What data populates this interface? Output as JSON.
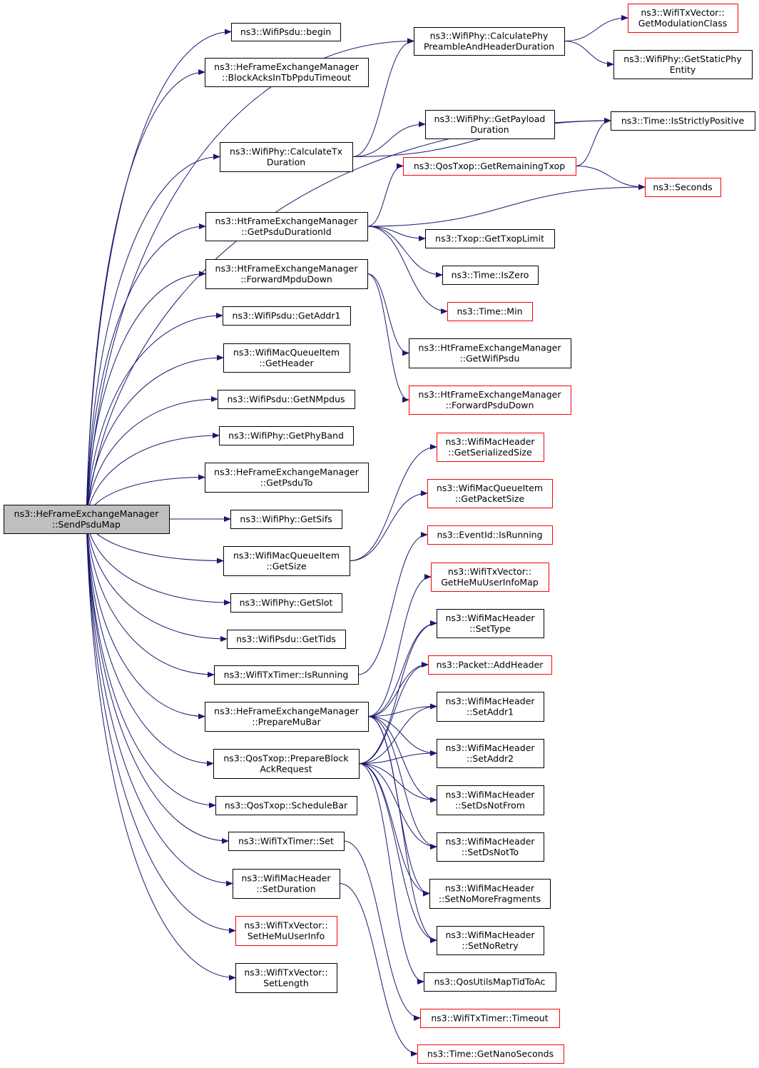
{
  "colors": {
    "edge": "#191970",
    "border_default": "#000000",
    "border_truncated": "#ff0000",
    "root_fill": "#bfbfbf",
    "node_fill": "#ffffff"
  },
  "nodes": [
    {
      "id": "root",
      "lines": [
        "ns3::HeFrameExchangeManager",
        "::SendPsduMap"
      ],
      "variant": "root"
    },
    {
      "id": "psdu-begin",
      "lines": [
        "ns3::WifiPsdu::begin"
      ],
      "variant": "normal"
    },
    {
      "id": "blockacks",
      "lines": [
        "ns3::HeFrameExchangeManager",
        "::BlockAcksInTbPpduTimeout"
      ],
      "variant": "normal"
    },
    {
      "id": "calc-tx",
      "lines": [
        "ns3::WifiPhy::CalculateTx",
        "Duration"
      ],
      "variant": "normal"
    },
    {
      "id": "ht-getpsdu",
      "lines": [
        "ns3::HtFrameExchangeManager",
        "::GetPsduDurationId"
      ],
      "variant": "normal"
    },
    {
      "id": "ht-fwdmpdu",
      "lines": [
        "ns3::HtFrameExchangeManager",
        "::ForwardMpduDown"
      ],
      "variant": "normal"
    },
    {
      "id": "getaddr1",
      "lines": [
        "ns3::WifiPsdu::GetAddr1"
      ],
      "variant": "normal"
    },
    {
      "id": "mq-header",
      "lines": [
        "ns3::WifiMacQueueItem",
        "::GetHeader"
      ],
      "variant": "normal"
    },
    {
      "id": "getnmpdus",
      "lines": [
        "ns3::WifiPsdu::GetNMpdus"
      ],
      "variant": "normal"
    },
    {
      "id": "getphyband",
      "lines": [
        "ns3::WifiPhy::GetPhyBand"
      ],
      "variant": "normal"
    },
    {
      "id": "getpsduto",
      "lines": [
        "ns3::HeFrameExchangeManager",
        "::GetPsduTo"
      ],
      "variant": "normal"
    },
    {
      "id": "getsifs",
      "lines": [
        "ns3::WifiPhy::GetSifs"
      ],
      "variant": "normal"
    },
    {
      "id": "mq-size",
      "lines": [
        "ns3::WifiMacQueueItem",
        "::GetSize"
      ],
      "variant": "normal"
    },
    {
      "id": "getslot",
      "lines": [
        "ns3::WifiPhy::GetSlot"
      ],
      "variant": "normal"
    },
    {
      "id": "gettids",
      "lines": [
        "ns3::WifiPsdu::GetTids"
      ],
      "variant": "normal"
    },
    {
      "id": "txtimer-running",
      "lines": [
        "ns3::WifiTxTimer::IsRunning"
      ],
      "variant": "normal"
    },
    {
      "id": "prepmubar",
      "lines": [
        "ns3::HeFrameExchangeManager",
        "::PrepareMuBar"
      ],
      "variant": "normal"
    },
    {
      "id": "prepbar",
      "lines": [
        "ns3::QosTxop::PrepareBlock",
        "AckRequest"
      ],
      "variant": "normal"
    },
    {
      "id": "schedbar",
      "lines": [
        "ns3::QosTxop::ScheduleBar"
      ],
      "variant": "normal"
    },
    {
      "id": "txtimer-set",
      "lines": [
        "ns3::WifiTxTimer::Set"
      ],
      "variant": "normal"
    },
    {
      "id": "setduration",
      "lines": [
        "ns3::WifiMacHeader",
        "::SetDuration"
      ],
      "variant": "normal"
    },
    {
      "id": "sethemu",
      "lines": [
        "ns3::WifiTxVector::",
        "SetHeMuUserInfo"
      ],
      "variant": "truncated"
    },
    {
      "id": "setlength",
      "lines": [
        "ns3::WifiTxVector::",
        "SetLength"
      ],
      "variant": "normal"
    },
    {
      "id": "calc-preamble",
      "lines": [
        "ns3::WifiPhy::CalculatePhy",
        "PreambleAndHeaderDuration"
      ],
      "variant": "normal"
    },
    {
      "id": "payload",
      "lines": [
        "ns3::WifiPhy::GetPayload",
        "Duration"
      ],
      "variant": "normal"
    },
    {
      "id": "remtxop",
      "lines": [
        "ns3::QosTxop::GetRemainingTxop"
      ],
      "variant": "truncated"
    },
    {
      "id": "txoplimit",
      "lines": [
        "ns3::Txop::GetTxopLimit"
      ],
      "variant": "normal"
    },
    {
      "id": "iszero",
      "lines": [
        "ns3::Time::IsZero"
      ],
      "variant": "normal"
    },
    {
      "id": "timemin",
      "lines": [
        "ns3::Time::Min"
      ],
      "variant": "truncated"
    },
    {
      "id": "ht-getwifipsdu",
      "lines": [
        "ns3::HtFrameExchangeManager",
        "::GetWifiPsdu"
      ],
      "variant": "normal"
    },
    {
      "id": "ht-fwdpsdu",
      "lines": [
        "ns3::HtFrameExchangeManager",
        "::ForwardPsduDown"
      ],
      "variant": "truncated"
    },
    {
      "id": "serialsize",
      "lines": [
        "ns3::WifiMacHeader",
        "::GetSerializedSize"
      ],
      "variant": "truncated"
    },
    {
      "id": "packetsize",
      "lines": [
        "ns3::WifiMacQueueItem",
        "::GetPacketSize"
      ],
      "variant": "truncated"
    },
    {
      "id": "eventrunning",
      "lines": [
        "ns3::EventId::IsRunning"
      ],
      "variant": "truncated"
    },
    {
      "id": "hemumap",
      "lines": [
        "ns3::WifiTxVector::",
        "GetHeMuUserInfoMap"
      ],
      "variant": "truncated"
    },
    {
      "id": "settype",
      "lines": [
        "ns3::WifiMacHeader",
        "::SetType"
      ],
      "variant": "normal"
    },
    {
      "id": "addheader",
      "lines": [
        "ns3::Packet::AddHeader"
      ],
      "variant": "truncated"
    },
    {
      "id": "setaddr1",
      "lines": [
        "ns3::WifiMacHeader",
        "::SetAddr1"
      ],
      "variant": "normal"
    },
    {
      "id": "setaddr2",
      "lines": [
        "ns3::WifiMacHeader",
        "::SetAddr2"
      ],
      "variant": "normal"
    },
    {
      "id": "setdsnotfrom",
      "lines": [
        "ns3::WifiMacHeader",
        "::SetDsNotFrom"
      ],
      "variant": "normal"
    },
    {
      "id": "setdsnotto",
      "lines": [
        "ns3::WifiMacHeader",
        "::SetDsNotTo"
      ],
      "variant": "normal"
    },
    {
      "id": "setnomorefrag",
      "lines": [
        "ns3::WifiMacHeader",
        "::SetNoMoreFragments"
      ],
      "variant": "normal"
    },
    {
      "id": "setnoretry",
      "lines": [
        "ns3::WifiMacHeader",
        "::SetNoRetry"
      ],
      "variant": "normal"
    },
    {
      "id": "qosutils",
      "lines": [
        "ns3::QosUtilsMapTidToAc"
      ],
      "variant": "normal"
    },
    {
      "id": "txtimeout",
      "lines": [
        "ns3::WifiTxTimer::Timeout"
      ],
      "variant": "truncated"
    },
    {
      "id": "getnanos",
      "lines": [
        "ns3::Time::GetNanoSeconds"
      ],
      "variant": "truncated"
    },
    {
      "id": "modclass",
      "lines": [
        "ns3::WifiTxVector::",
        "GetModulationClass"
      ],
      "variant": "truncated"
    },
    {
      "id": "staticphy",
      "lines": [
        "ns3::WifiPhy::GetStaticPhy",
        "Entity"
      ],
      "variant": "normal"
    },
    {
      "id": "strictpos",
      "lines": [
        "ns3::Time::IsStrictlyPositive"
      ],
      "variant": "normal"
    },
    {
      "id": "seconds",
      "lines": [
        "ns3::Seconds"
      ],
      "variant": "truncated"
    }
  ],
  "edges": [
    [
      "root",
      "psdu-begin"
    ],
    [
      "root",
      "blockacks"
    ],
    [
      "root",
      "calc-tx"
    ],
    [
      "root",
      "ht-getpsdu"
    ],
    [
      "root",
      "ht-fwdmpdu"
    ],
    [
      "root",
      "getaddr1"
    ],
    [
      "root",
      "mq-header"
    ],
    [
      "root",
      "getnmpdus"
    ],
    [
      "root",
      "getphyband"
    ],
    [
      "root",
      "getpsduto"
    ],
    [
      "root",
      "getsifs"
    ],
    [
      "root",
      "mq-size"
    ],
    [
      "root",
      "getslot"
    ],
    [
      "root",
      "gettids"
    ],
    [
      "root",
      "txtimer-running"
    ],
    [
      "root",
      "prepmubar"
    ],
    [
      "root",
      "prepbar"
    ],
    [
      "root",
      "schedbar"
    ],
    [
      "root",
      "txtimer-set"
    ],
    [
      "root",
      "setduration"
    ],
    [
      "root",
      "sethemu"
    ],
    [
      "root",
      "setlength"
    ],
    [
      "root",
      "calc-preamble"
    ],
    [
      "root",
      "strictpos"
    ],
    [
      "calc-tx",
      "calc-preamble"
    ],
    [
      "calc-tx",
      "payload"
    ],
    [
      "calc-tx",
      "strictpos"
    ],
    [
      "calc-preamble",
      "modclass"
    ],
    [
      "calc-preamble",
      "staticphy"
    ],
    [
      "remtxop",
      "strictpos"
    ],
    [
      "remtxop",
      "seconds"
    ],
    [
      "ht-getpsdu",
      "remtxop"
    ],
    [
      "ht-getpsdu",
      "seconds"
    ],
    [
      "ht-getpsdu",
      "txoplimit"
    ],
    [
      "ht-getpsdu",
      "iszero"
    ],
    [
      "ht-getpsdu",
      "timemin"
    ],
    [
      "ht-fwdmpdu",
      "ht-getwifipsdu"
    ],
    [
      "ht-fwdmpdu",
      "ht-fwdpsdu"
    ],
    [
      "mq-size",
      "serialsize"
    ],
    [
      "mq-size",
      "packetsize"
    ],
    [
      "txtimer-running",
      "eventrunning"
    ],
    [
      "prepmubar",
      "hemumap"
    ],
    [
      "prepmubar",
      "settype"
    ],
    [
      "prepmubar",
      "addheader"
    ],
    [
      "prepmubar",
      "setaddr1"
    ],
    [
      "prepmubar",
      "setaddr2"
    ],
    [
      "prepmubar",
      "setdsnotfrom"
    ],
    [
      "prepmubar",
      "setdsnotto"
    ],
    [
      "prepmubar",
      "setnomorefrag"
    ],
    [
      "prepmubar",
      "setnoretry"
    ],
    [
      "prepbar",
      "settype"
    ],
    [
      "prepbar",
      "addheader"
    ],
    [
      "prepbar",
      "setaddr1"
    ],
    [
      "prepbar",
      "setaddr2"
    ],
    [
      "prepbar",
      "setdsnotfrom"
    ],
    [
      "prepbar",
      "setdsnotto"
    ],
    [
      "prepbar",
      "setnomorefrag"
    ],
    [
      "prepbar",
      "setnoretry"
    ],
    [
      "prepbar",
      "qosutils"
    ],
    [
      "txtimer-set",
      "txtimeout"
    ],
    [
      "setduration",
      "getnanos"
    ]
  ]
}
